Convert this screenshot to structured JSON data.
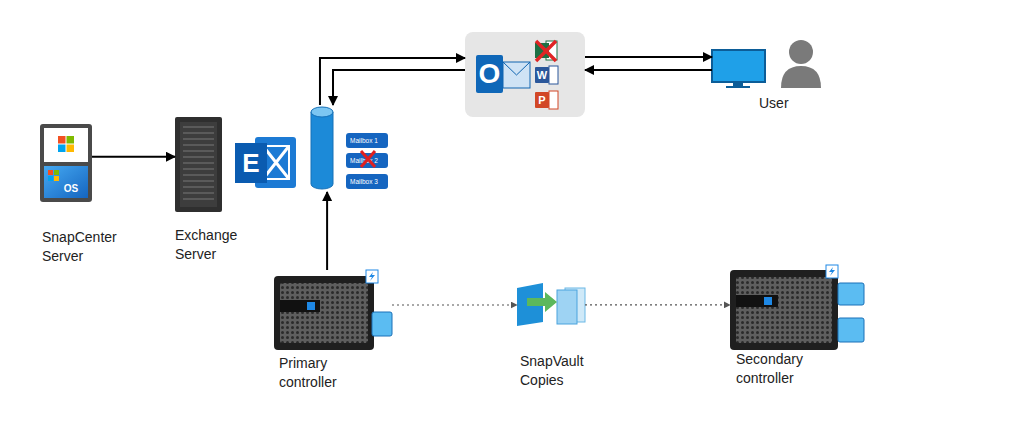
{
  "diagram": {
    "nodes": [
      {
        "text": [
          "O",
          "W",
          "P"
        ]
      },
      {
        "text": [
          "User"
        ]
      },
      {
        "text": [
          "SnapCenter Server"
        ]
      },
      {
        "text": [
          "Exchange Server"
        ]
      },
      {
        "text": []
      },
      {
        "text": [
          "Mailbox 1"
        ],
        "in": 4
      },
      {
        "text": [
          "Mailbox 2"
        ],
        "in": 4
      },
      {
        "text": [
          "Mailbox 3"
        ],
        "in": 4
      },
      {
        "text": [
          "Primary controller"
        ]
      },
      {
        "text": [
          "SnapVault Copies"
        ]
      },
      {
        "text": [
          "Secondary controller"
        ]
      }
    ],
    "edges": [
      {
        "from": 2,
        "to": 3,
        "arrow": "to"
      },
      {
        "from": 8,
        "to": 4,
        "arrow": "to"
      },
      {
        "from": 4,
        "to": 0,
        "arrow": "to"
      },
      {
        "from": 0,
        "to": 4,
        "arrow": "to"
      },
      {
        "from": 0,
        "to": 1,
        "arrow": "to"
      },
      {
        "from": 1,
        "to": 0,
        "arrow": "to"
      },
      {
        "from": 8,
        "to": 9,
        "arrow": "to"
      },
      {
        "from": 9,
        "to": 10,
        "arrow": "to"
      }
    ],
    "labels": [
      "OS",
      "E"
    ]
  }
}
